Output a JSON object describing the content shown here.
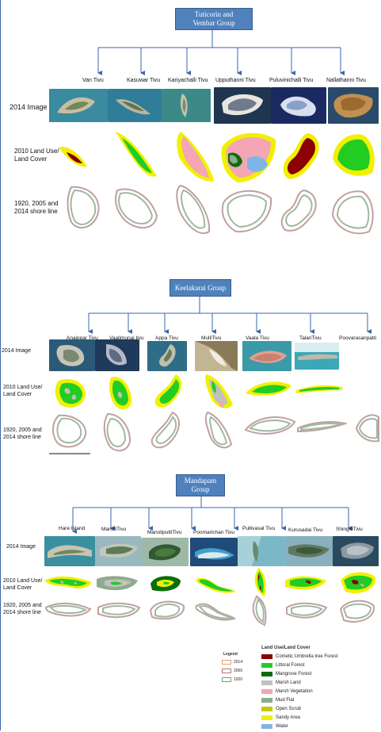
{
  "groups": [
    {
      "title_line1": "Tuticorin and",
      "title_line2": "Vembar Group",
      "islands": [
        "Van Tivu",
        "Kasuwar Tivu",
        "Kariyachalli Tivu",
        "Upputhanni Tivu",
        "Puluvinichalli Tivu",
        "Nallathanni Tivu"
      ],
      "row_labels": {
        "image": "2014 Image",
        "landuse_line1": "2010 Land Use/",
        "landuse_line2": "Land Cover",
        "shoreline_line1": "1920, 2005 and",
        "shoreline_line2": "2014 shore line"
      }
    },
    {
      "title_line1": "Keelakarai Group",
      "title_line2": "",
      "islands": [
        "Anaippar Tivu",
        "Vaalimunai  tivu",
        "Appa Tivu",
        "MulliTivu",
        "Vaala Tivu",
        "TalariTivu",
        "Poovarasanpatti"
      ],
      "row_labels": {
        "image": "2014 Image",
        "landuse_line1": "2010 Land Use/",
        "landuse_line2": "Land Cover",
        "shoreline_line1": "1920, 2005 and",
        "shoreline_line2": "2014 shore line"
      }
    },
    {
      "title_line1": "Mandapam",
      "title_line2": "Group",
      "islands": [
        "Hare Island",
        "ManoliTivu",
        "ManoliputtiTivu",
        "Poomarichan Tivu",
        "Pullivasal Tivu",
        "Kurusadai Tivu",
        "ShingleTivu"
      ],
      "row_labels": {
        "image": "2014 Image",
        "landuse_line1": "2010 Land Use/",
        "landuse_line2": "Land Cover",
        "shoreline_line1": "1920, 2005 and",
        "shoreline_line2": "2014 shore line"
      }
    }
  ],
  "legend": {
    "key_title": "Legend",
    "key_items": [
      {
        "label": "2014",
        "color": "#e8a070"
      },
      {
        "label": "2005",
        "color": "#c07070"
      },
      {
        "label": "1920",
        "color": "#70a070"
      }
    ],
    "lulc_title": "Land Use/Land Cover",
    "lulc_items": [
      {
        "label": "Cometic Umbrella tree Forest",
        "color": "#8b0000"
      },
      {
        "label": "Littoral Forest",
        "color": "#22cc22"
      },
      {
        "label": "Mangrove Forest",
        "color": "#0a6e0a"
      },
      {
        "label": "Marsh Land",
        "color": "#c0c0c0"
      },
      {
        "label": "Marsh Vegetation",
        "color": "#f4a6b4"
      },
      {
        "label": "Mud Flat",
        "color": "#8faa8f"
      },
      {
        "label": "Open Scrub",
        "color": "#c8c800"
      },
      {
        "label": "Sandy Area",
        "color": "#f0f000"
      },
      {
        "label": "Water",
        "color": "#7fb6e8"
      }
    ]
  }
}
